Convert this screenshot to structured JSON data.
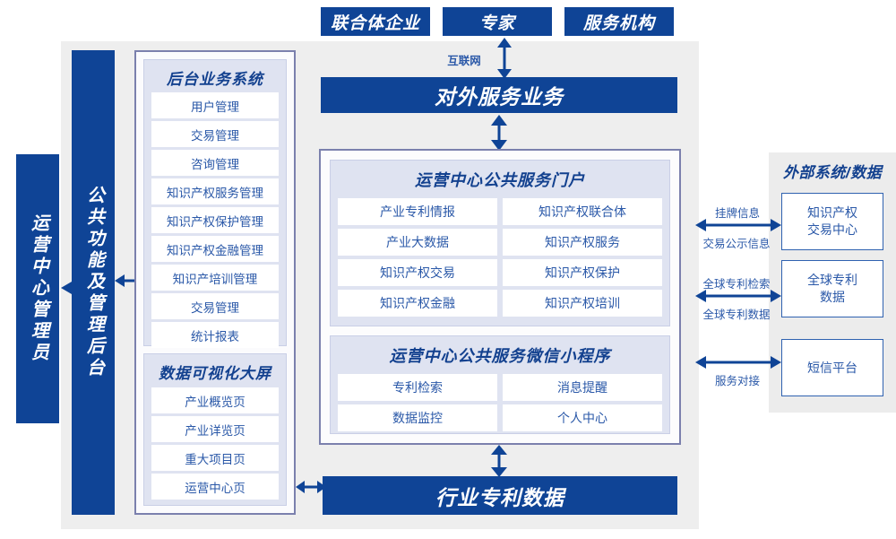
{
  "colors": {
    "navy": "#0f4496",
    "panel_lavender": "#dfe3f1",
    "frame_grey": "#eeeeee",
    "text_blue": "#2a58a8",
    "border_purple": "#7b80ad"
  },
  "top_actors": [
    {
      "label": "联合体企业"
    },
    {
      "label": "专家"
    },
    {
      "label": "服务机构"
    }
  ],
  "internet_label": "互联网",
  "external_service_bar": "对外服务业务",
  "industry_data_bar": "行业专利数据",
  "left_bars": [
    {
      "label": "运营中心管理员"
    },
    {
      "label": "公共功能及管理后台"
    }
  ],
  "backend": {
    "title": "后台业务系统",
    "items": [
      "用户管理",
      "交易管理",
      "咨询管理",
      "知识产权服务管理",
      "知识产权保护管理",
      "知识产权金融管理",
      "知识产培训管理",
      "交易管理",
      "统计报表"
    ]
  },
  "dashboard": {
    "title": "数据可视化大屏",
    "items": [
      "产业概览页",
      "产业详览页",
      "重大项目页",
      "运营中心页"
    ]
  },
  "portal": {
    "title": "运营中心公共服务门户",
    "items": [
      "产业专利情报",
      "知识产权联合体",
      "产业大数据",
      "知识产权服务",
      "知识产权交易",
      "知识产权保护",
      "知识产权金融",
      "知识产权培训"
    ]
  },
  "miniprogram": {
    "title": "运营中心公共服务微信小程序",
    "items": [
      "专利检索",
      "消息提醒",
      "数据监控",
      "个人中心"
    ]
  },
  "external": {
    "title": "外部系统/数据",
    "boxes": [
      {
        "label": "知识产权\n交易中心"
      },
      {
        "label": "全球专利\n数据"
      },
      {
        "label": "短信平台"
      }
    ],
    "connections": [
      {
        "top": "挂牌信息",
        "bottom": "交易公示信息"
      },
      {
        "top": "全球专利检索",
        "bottom": "全球专利数据"
      },
      {
        "top": "",
        "bottom": "服务对接"
      }
    ]
  }
}
